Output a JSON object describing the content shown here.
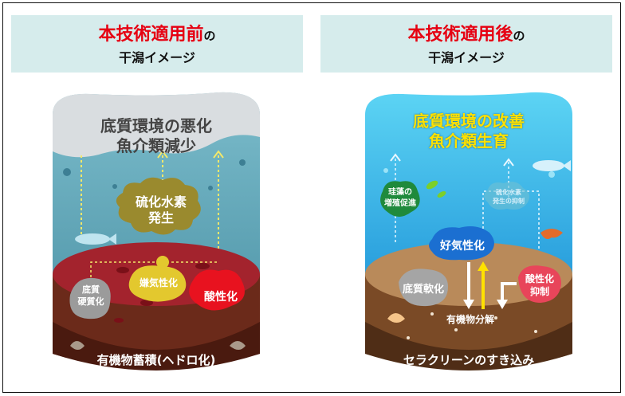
{
  "left": {
    "title_highlight": "本技術適用前",
    "title_suffix": "の",
    "subtitle": "干潟イメージ",
    "banner_line1": "底質環境の悪化",
    "banner_line2": "魚介類減少",
    "gas_line1": "硫化水素",
    "gas_line2": "発生",
    "anaerobic": "嫌気性化",
    "hardening_line1": "底質",
    "hardening_line2": "硬質化",
    "acidification": "酸性化",
    "bottom_label": "有機物蓄積(ヘドロ化)"
  },
  "right": {
    "title_highlight": "本技術適用後",
    "title_suffix": "の",
    "subtitle": "干潟イメージ",
    "banner_line1": "底質環境の改善",
    "banner_line2": "魚介類生育",
    "diatom_line1": "珪藻の",
    "diatom_line2": "増殖促進",
    "h2s_line1": "硫化水素",
    "h2s_line2": "発生の抑制",
    "aerobic": "好気性化",
    "softening": "底質軟化",
    "acid_line1": "酸性化",
    "acid_line2": "抑制",
    "decomposition": "有機物分解",
    "bottom_label": "セラクリーンのすき込み"
  },
  "colors": {
    "header_bg": "#d6ecec",
    "accent_red": "#e60012",
    "left_water": "#5fa8ba",
    "left_mud_top": "#a3232d",
    "right_water": "#39b8ec",
    "right_soil_top": "#b98a5a",
    "yellow_text": "#ffe100"
  }
}
